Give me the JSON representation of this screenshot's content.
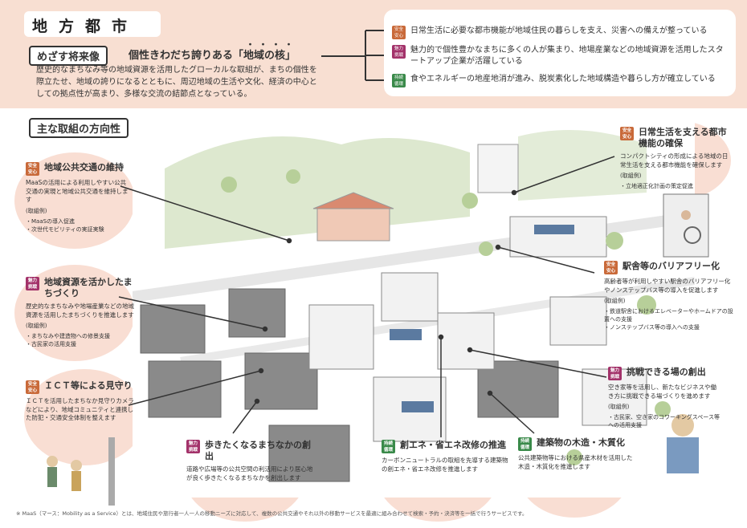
{
  "title": "地方都市",
  "vision": {
    "label": "めざす将来像",
    "title": "個性きわだち誇りある「地域の核」",
    "dots": "・・・・",
    "desc": "歴史的なまちなみ等の地域資源を活用したグローカルな取組が、まちの個性を際立たせ、地域の誇りになるとともに、周辺地域の生活や文化、経済の中心としての拠点性が高まり、多様な交流の結節点となっている。"
  },
  "goals": [
    {
      "badge": "安全\n安心",
      "text": "日常生活に必要な都市機能が地域住民の暮らしを支え、災害への備えが整っている"
    },
    {
      "badge": "魅力\n挑戦",
      "text": "魅力的で個性豊かなまちに多くの人が集まり、地場産業などの地域資源を活用したスタートアップ企業が活躍している"
    },
    {
      "badge": "持続\n循環",
      "text": "食やエネルギーの地産地消が進み、脱炭素化した地域構造や暮らし方が確立している"
    }
  ],
  "section_label": "主な取組の方向性",
  "items": {
    "transit": {
      "badge": "安全\n安心",
      "title": "地域公共交通の維持",
      "body": "MaaSの活用による利用しやすい公共交通の実現と地域公共交通を維持します",
      "ex_label": "(取組例)",
      "ex": "・MaaSの導入促進\n・次世代モビリティの実証実験"
    },
    "resources": {
      "badge": "魅力\n挑戦",
      "title": "地域資源を活かしたまちづくり",
      "body": "歴史的なまちなみや地場産業などの地域資源を活用したまちづくりを推進します",
      "ex_label": "(取組例)",
      "ex": "・まちなみや建造物への修景支援\n・古民家の活用支援"
    },
    "ict": {
      "badge": "安全\n安心",
      "title": "ＩＣＴ等による見守り",
      "body": "ＩＣＴを活用したまちなか見守りカメラなどにより、地域コミュニティと連携した防犯・交通安全体制を整えます"
    },
    "walk": {
      "badge": "魅力\n挑戦",
      "title": "歩きたくなるまちなかの創出",
      "body": "道路や広場等の公共空間の利活用により居心地が良く歩きたくなるまちなかを創出します"
    },
    "energy": {
      "badge": "持続\n循環",
      "title": "創エネ・省エネ改修の推進",
      "body": "カーボンニュートラルの取組を先導する建築物の創エネ・省エネ改修を推進します"
    },
    "wood": {
      "badge": "持続\n循環",
      "title": "建築物の木造・木質化",
      "body": "公共建築物等における県産木材を活用した木造・木質化を推進します"
    },
    "urban": {
      "badge": "安全\n安心",
      "title": "日常生活を支える都市機能の確保",
      "body": "コンパクトシティの形成による地域の日常生活を支える都市機能を確保します",
      "ex_label": "(取組例)",
      "ex": "・立地適正化計画の策定促進"
    },
    "barrier": {
      "badge": "安全\n安心",
      "title": "駅舎等のバリアフリー化",
      "body": "高齢者等が利用しやすい駅舎のバリアフリー化やノンステップバス等の導入を促進します",
      "ex_label": "(取組例)",
      "ex": "・鉄道駅舎におけるエレベーターやホームドアの設置への支援\n・ノンステップバス等の導入への支援"
    },
    "challenge": {
      "badge": "魅力\n挑戦",
      "title": "挑戦できる場の創出",
      "body": "空き家等を活用し、新たなビジネスや働き方に挑戦できる場づくりを進めます",
      "ex_label": "(取組例)",
      "ex": "・古民家、空き家のコワーキングスペース等への活用支援"
    }
  },
  "footnote": "※ MaaS（マース：Mobility as a Service）とは、地域住民や旅行者一人一人の移動ニーズに対応して、複数の公共交通やそれ以外の移動サービスを最適に組み合わせて検索・予約・決済等を一括で行うサービスです。",
  "colors": {
    "safe": "#c96a3a",
    "charm": "#a3326a",
    "sustain": "#3a8a4a",
    "band": "#f8dfd2"
  }
}
